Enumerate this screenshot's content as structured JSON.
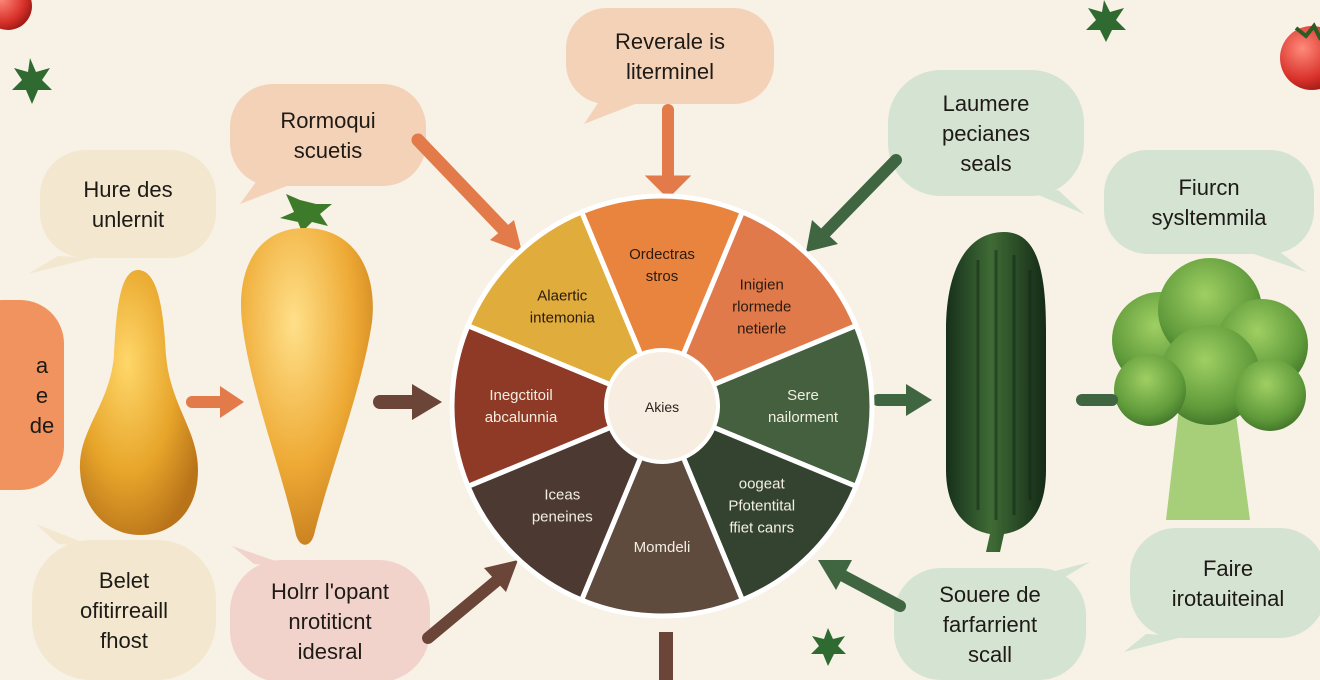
{
  "center": {
    "label": "Akies"
  },
  "wheel_segments": [
    {
      "lines": [
        "Ordectras",
        "stros"
      ],
      "color": "#e9843f",
      "text_color": "#2a1a10"
    },
    {
      "lines": [
        "Inigien",
        "rlormede",
        "netierle"
      ],
      "color": "#e07a4a",
      "text_color": "#2a1a10"
    },
    {
      "lines": [
        "Sere",
        "nailorment"
      ],
      "color": "#44603f",
      "text_color": "#f2efe2"
    },
    {
      "lines": [
        "oogeat",
        "Pfotentital",
        "ffiet canrs"
      ],
      "color": "#34432f",
      "text_color": "#f2efe2"
    },
    {
      "lines": [
        "Momdeli"
      ],
      "color": "#5f4a3e",
      "text_color": "#f2efe2"
    },
    {
      "lines": [
        "Iceas",
        "peneines"
      ],
      "color": "#4c3a32",
      "text_color": "#f2efe2"
    },
    {
      "lines": [
        "Inegctitoil",
        "abcalunnia"
      ],
      "color": "#8f3a26",
      "text_color": "#f2efe2"
    },
    {
      "lines": [
        "Alaertic",
        "intemonia"
      ],
      "color": "#e0ac3b",
      "text_color": "#2a1a10"
    }
  ],
  "bubbles": [
    {
      "lines": [
        "Reverale is",
        "literminel"
      ],
      "tone": "peach"
    },
    {
      "lines": [
        "Rormoqui",
        "scuetis"
      ],
      "tone": "peach"
    },
    {
      "lines": [
        "Hure des",
        "unlernit"
      ],
      "tone": "cream"
    },
    {
      "lines": [
        "a",
        "e",
        "de"
      ],
      "tone": "orange"
    },
    {
      "lines": [
        "Belet",
        "ofitirreaill",
        "fhost"
      ],
      "tone": "cream"
    },
    {
      "lines": [
        "Holrr l'opant",
        "nrotiticnt",
        "idesral"
      ],
      "tone": "pink"
    },
    {
      "lines": [
        "Laumere",
        "pecianes",
        "seals"
      ],
      "tone": "mint"
    },
    {
      "lines": [
        "Fiurcn",
        "sysltemmila"
      ],
      "tone": "mint"
    },
    {
      "lines": [
        "Faire",
        "irotauiteinal"
      ],
      "tone": "mint"
    },
    {
      "lines": [
        "Souere de",
        "farfarrient",
        "scall"
      ],
      "tone": "mint"
    }
  ],
  "colors": {
    "background": "#f7f1e6",
    "peach": "#f4d2b8",
    "cream": "#f3e8cf",
    "orange": "#f0935e",
    "pink": "#f1d3cc",
    "mint": "#d5e3d2",
    "arrow_orange": "#e27a4a",
    "arrow_brown": "#6b4537",
    "arrow_green": "#3f6541"
  },
  "icons": [
    "squash-icon",
    "carrot-icon",
    "cucumber-icon",
    "broccoli-icon",
    "tomato-icon",
    "leaf-sprig-icon"
  ]
}
